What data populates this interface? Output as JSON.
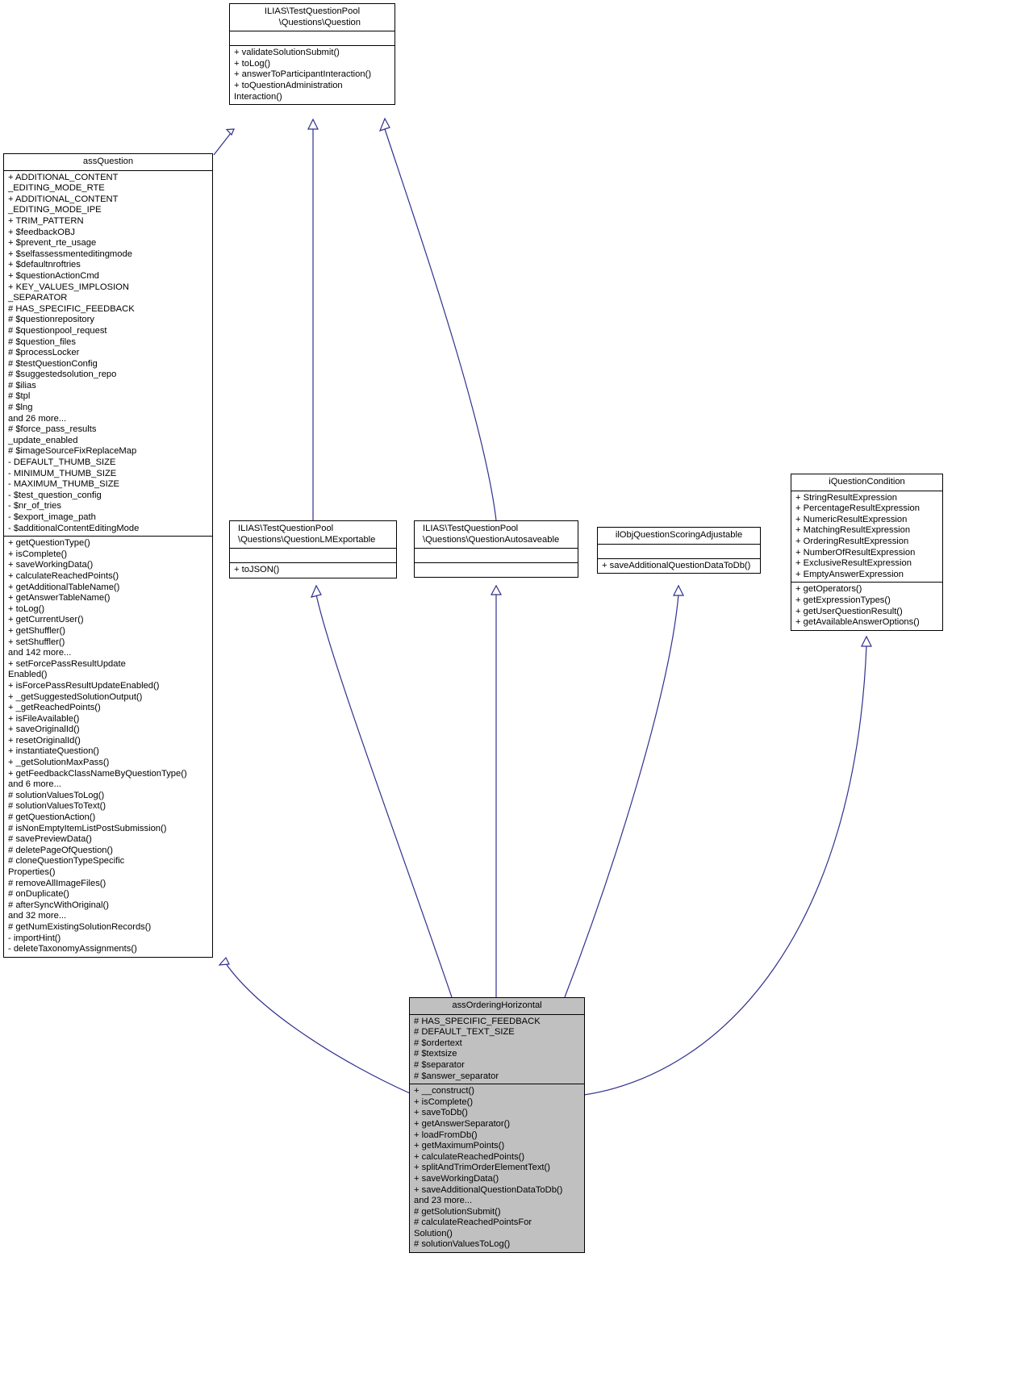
{
  "diagram": {
    "type": "uml-class-diagram",
    "background": "#ffffff",
    "edge_color": "#30308f",
    "highlight_color": "#c0c0c0"
  },
  "classes": {
    "question": {
      "name": "ILIAS\\TestQuestionPool\n      \\Questions\\Question",
      "attributes": [],
      "methods": [
        "+ validateSolutionSubmit()",
        "+ toLog()",
        "+ answerToParticipantInteraction()",
        "+ toQuestionAdministration",
        "Interaction()"
      ]
    },
    "ass_question": {
      "name": "assQuestion",
      "attributes": [
        "+ ADDITIONAL_CONTENT",
        "_EDITING_MODE_RTE",
        "+ ADDITIONAL_CONTENT",
        "_EDITING_MODE_IPE",
        "+ TRIM_PATTERN",
        "+ $feedbackOBJ",
        "+ $prevent_rte_usage",
        "+ $selfassessmenteditingmode",
        "+ $defaultnroftries",
        "+ $questionActionCmd",
        "+ KEY_VALUES_IMPLOSION",
        "_SEPARATOR",
        "# HAS_SPECIFIC_FEEDBACK",
        "# $questionrepository",
        "# $questionpool_request",
        "# $question_files",
        "# $processLocker",
        "# $testQuestionConfig",
        "# $suggestedsolution_repo",
        "# $ilias",
        "# $tpl",
        "# $lng",
        "and 26 more...",
        "# $force_pass_results",
        "_update_enabled",
        "# $imageSourceFixReplaceMap",
        "- DEFAULT_THUMB_SIZE",
        "- MINIMUM_THUMB_SIZE",
        "- MAXIMUM_THUMB_SIZE",
        "- $test_question_config",
        "- $nr_of_tries",
        "- $export_image_path",
        "- $additionalContentEditingMode"
      ],
      "methods": [
        "+ getQuestionType()",
        "+ isComplete()",
        "+ saveWorkingData()",
        "+ calculateReachedPoints()",
        "+ getAdditionalTableName()",
        "+ getAnswerTableName()",
        "+ toLog()",
        "+ getCurrentUser()",
        "+ getShuffler()",
        "+ setShuffler()",
        "and 142 more...",
        "+ setForcePassResultUpdate",
        "Enabled()",
        "+ isForcePassResultUpdateEnabled()",
        "+ _getSuggestedSolutionOutput()",
        "+ _getReachedPoints()",
        "+ isFileAvailable()",
        "+ saveOriginalId()",
        "+ resetOriginalId()",
        "+ instantiateQuestion()",
        "+ _getSolutionMaxPass()",
        "+ getFeedbackClassNameByQuestionType()",
        "and 6 more...",
        "# solutionValuesToLog()",
        "# solutionValuesToText()",
        "# getQuestionAction()",
        "# isNonEmptyItemListPostSubmission()",
        "# savePreviewData()",
        "# deletePageOfQuestion()",
        "# cloneQuestionTypeSpecific",
        "Properties()",
        "# removeAllImageFiles()",
        "# onDuplicate()",
        "# afterSyncWithOriginal()",
        "and 32 more...",
        "# getNumExistingSolutionRecords()",
        "- importHint()",
        "- deleteTaxonomyAssignments()"
      ]
    },
    "question_lm_exportable": {
      "name": "ILIAS\\TestQuestionPool\n\\Questions\\QuestionLMExportable",
      "attributes": [],
      "methods": [
        "+ toJSON()"
      ]
    },
    "question_autosaveable": {
      "name": "ILIAS\\TestQuestionPool\n\\Questions\\QuestionAutosaveable",
      "attributes": [],
      "methods": []
    },
    "iobj_question_scoring_adjustable": {
      "name": "ilObjQuestionScoringAdjustable",
      "attributes": [],
      "methods": [
        "+ saveAdditionalQuestionDataToDb()"
      ]
    },
    "iquestion_condition": {
      "name": "iQuestionCondition",
      "attributes": [
        "+ StringResultExpression",
        "+ PercentageResultExpression",
        "+ NumericResultExpression",
        "+ MatchingResultExpression",
        "+ OrderingResultExpression",
        "+ NumberOfResultExpression",
        "+ ExclusiveResultExpression",
        "+ EmptyAnswerExpression"
      ],
      "methods": [
        "+ getOperators()",
        "+ getExpressionTypes()",
        "+ getUserQuestionResult()",
        "+ getAvailableAnswerOptions()"
      ]
    },
    "ass_ordering_horizontal": {
      "name": "assOrderingHorizontal",
      "attributes": [
        "# HAS_SPECIFIC_FEEDBACK",
        "# DEFAULT_TEXT_SIZE",
        "# $ordertext",
        "# $textsize",
        "# $separator",
        "# $answer_separator"
      ],
      "methods": [
        "+ __construct()",
        "+ isComplete()",
        "+ saveToDb()",
        "+ getAnswerSeparator()",
        "+ loadFromDb()",
        "+ getMaximumPoints()",
        "+ calculateReachedPoints()",
        "+ splitAndTrimOrderElementText()",
        "+ saveWorkingData()",
        "+ saveAdditionalQuestionDataToDb()",
        "and 23 more...",
        "# getSolutionSubmit()",
        "# calculateReachedPointsFor",
        "Solution()",
        "# solutionValuesToLog()"
      ]
    }
  }
}
